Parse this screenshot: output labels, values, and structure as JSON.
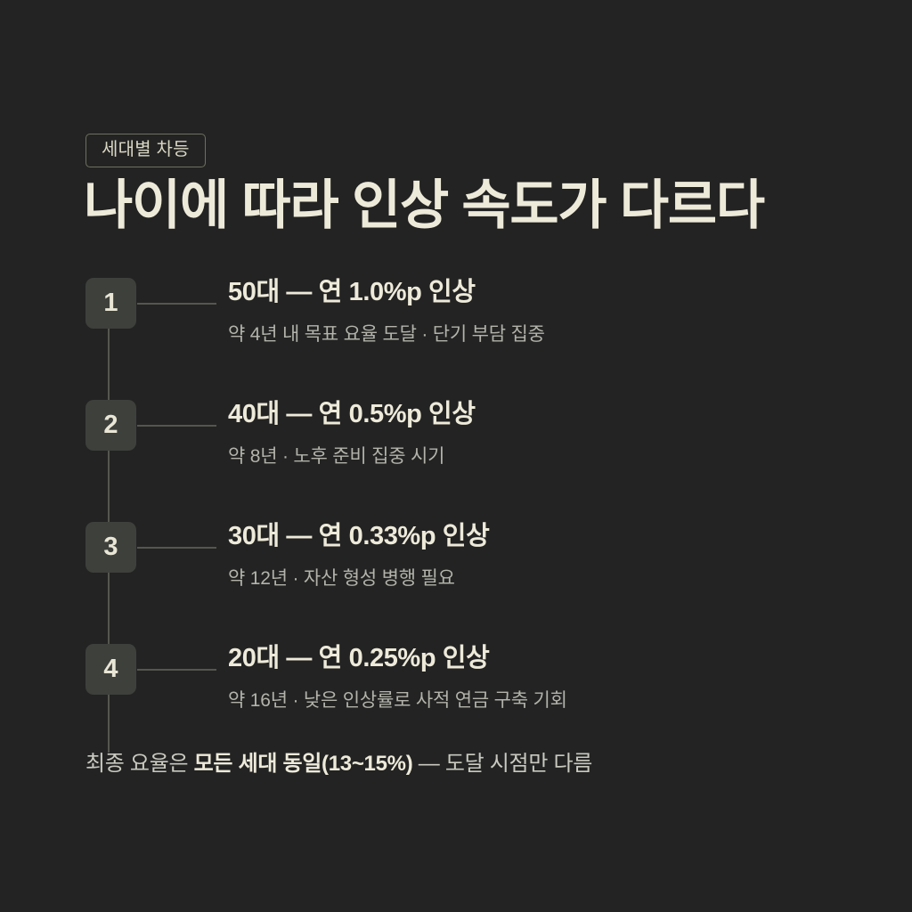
{
  "eyebrow": {
    "label": "세대별 차등"
  },
  "header": {
    "title": "나이에 따라 인상 속도가 다르다"
  },
  "timeline": {
    "items": [
      {
        "number": "1",
        "title": "50대 — 연 1.0%p 인상",
        "subtitle": "약 4년 내 목표 요율 도달 · 단기 부담 집중"
      },
      {
        "number": "2",
        "title": "40대 — 연 0.5%p 인상",
        "subtitle": "약 8년 · 노후 준비 집중 시기"
      },
      {
        "number": "3",
        "title": "30대 — 연 0.33%p 인상",
        "subtitle": "약 12년 · 자산 형성 병행 필요"
      },
      {
        "number": "4",
        "title": "20대 — 연 0.25%p 인상",
        "subtitle": "약 16년 · 낮은 인상률로 사적 연금 구축 기회"
      }
    ]
  },
  "footnote": {
    "lead": "최종 요율은 ",
    "emphasis": "모든 세대 동일(13~15%)",
    "tail": " — 도달 시점만 다름"
  },
  "colors": {
    "background": "#232323",
    "title_text": "#edeada",
    "subtitle_text": "#b3b3ab",
    "badge_fill": "#3e403c",
    "line": "#55564f",
    "eyebrow_border": "#6e705f"
  }
}
